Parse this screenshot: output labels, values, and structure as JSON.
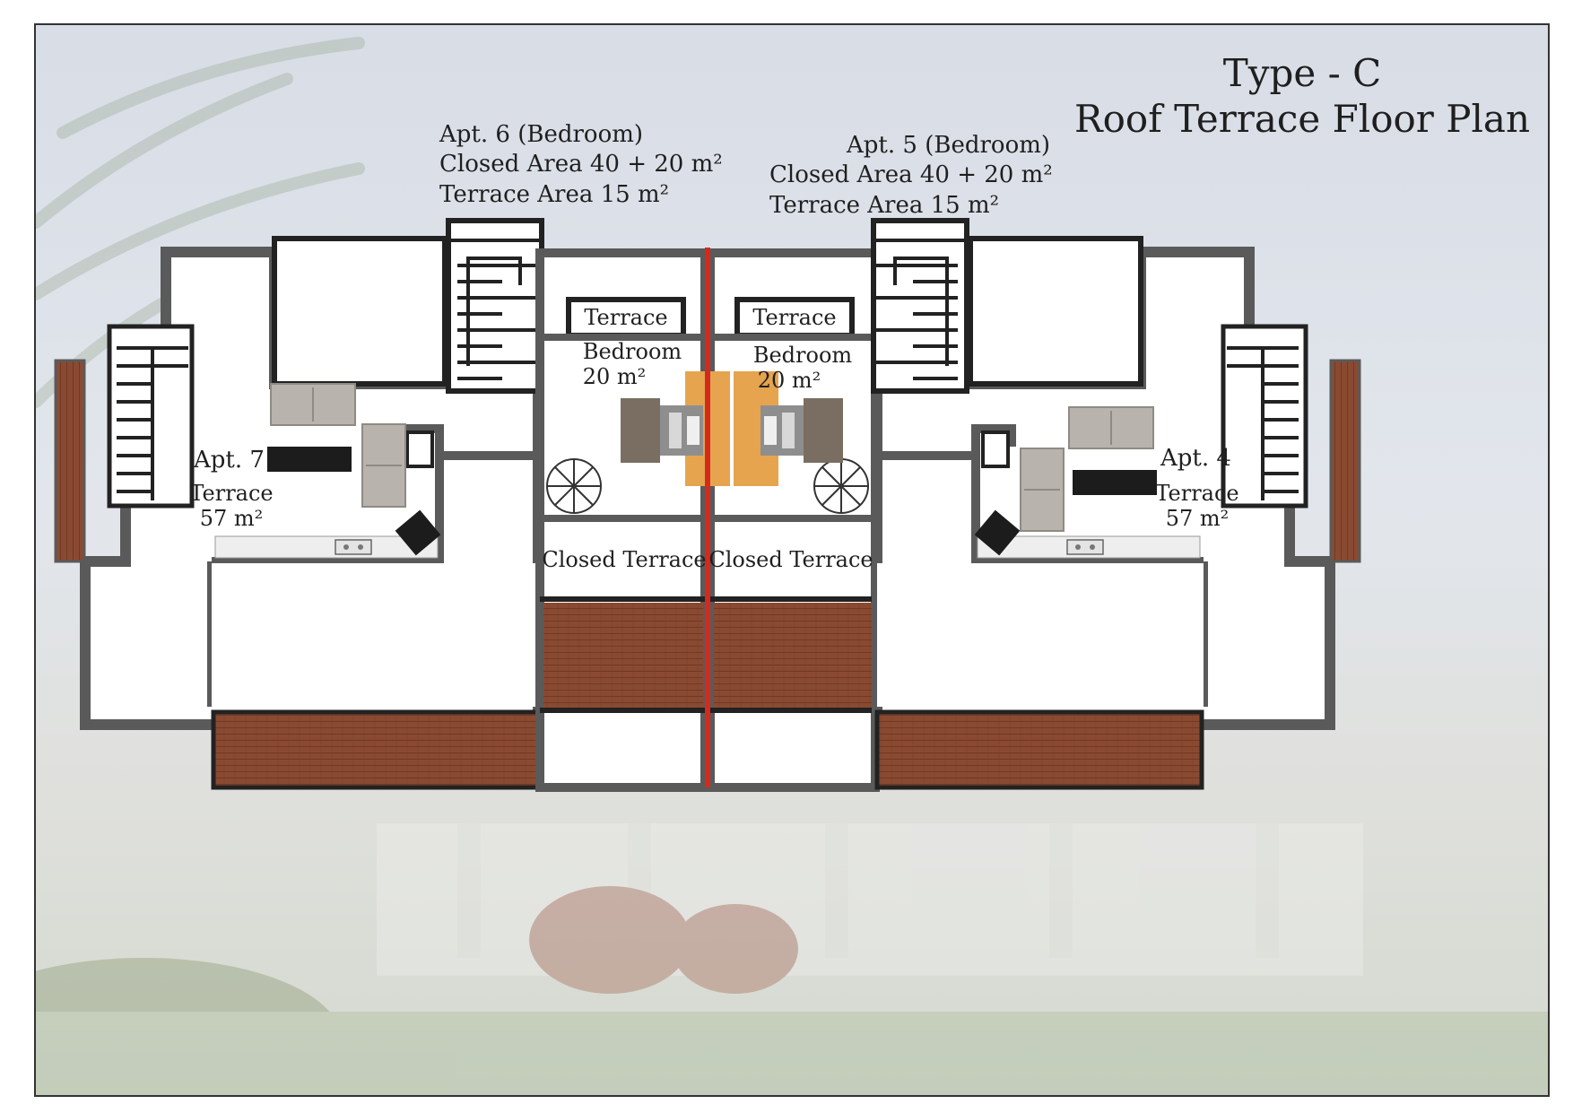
{
  "title": {
    "line1": "Type - C",
    "line2": "Roof Terrace Floor Plan"
  },
  "units": {
    "apt6": {
      "name": "Apt. 6 (Bedroom)",
      "closed_area": "Closed Area 40 + 20 m²",
      "terrace_area": "Terrace Area 15 m²"
    },
    "apt5": {
      "name": "Apt. 5 (Bedroom)",
      "closed_area": "Closed Area 40 + 20 m²",
      "terrace_area": "Terrace Area 15 m²"
    },
    "apt7": {
      "name": "Apt. 7",
      "terrace": "Terrace",
      "terrace_size": "57 m²"
    },
    "apt4": {
      "name": "Apt. 4",
      "terrace": "Terrace",
      "terrace_size": "57 m²"
    }
  },
  "rooms": {
    "terrace_left": "Terrace",
    "terrace_right": "Terrace",
    "bedroom_left": {
      "name": "Bedroom",
      "size": "20 m²"
    },
    "bedroom_right": {
      "name": "Bedroom",
      "size": "20 m²"
    },
    "closed_terrace_left": "Closed Terrace",
    "closed_terrace_right": "Closed Terrace"
  },
  "colors": {
    "wall": "#5a5a5a",
    "floor": "#ffffff",
    "roof_tile": "#8a4a32",
    "party_wall": "#d42a1e",
    "sofa": "#b9b3ad",
    "tv": "#1c1c1c"
  },
  "icons": [
    "stair-icon",
    "spiral-stair-icon",
    "sofa-icon",
    "tv-unit-icon",
    "armchair-icon",
    "sink-icon",
    "bed-icon"
  ]
}
